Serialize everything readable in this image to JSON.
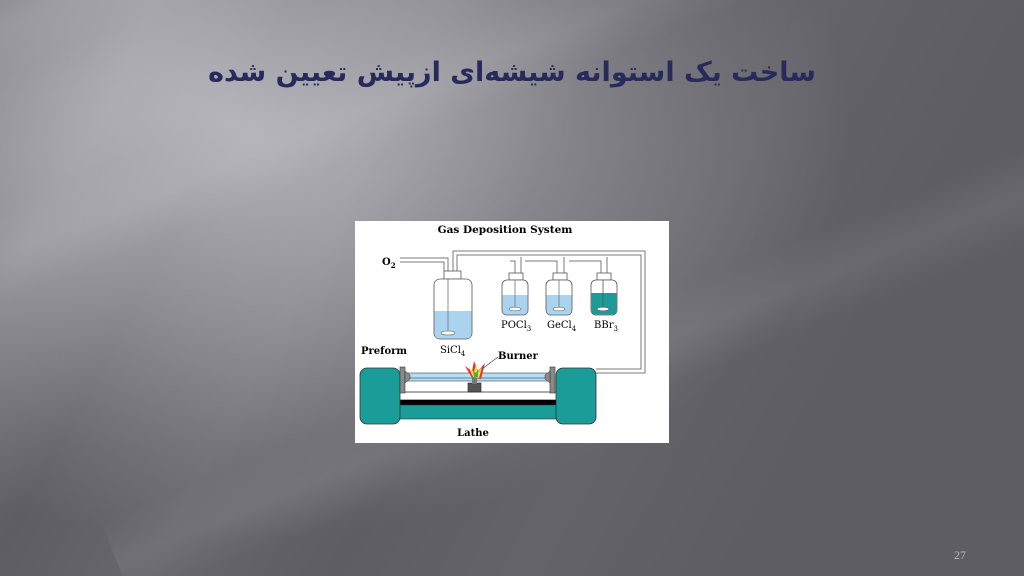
{
  "slide": {
    "title": "ساخت یک استوانه شیشه‌ای ازپیش تعیین شده",
    "page_number": "27"
  },
  "diagram": {
    "title": "Gas Deposition System",
    "labels": {
      "o2": "O",
      "o2_sub": "2",
      "sicl4": "SiCl",
      "sicl4_sub": "4",
      "pocl3": "POCl",
      "pocl3_sub": "3",
      "gecl4": "GeCl",
      "gecl4_sub": "4",
      "bbr3": "BBr",
      "bbr3_sub": "3",
      "preform": "Preform",
      "burner": "Burner",
      "lathe": "Lathe"
    },
    "colors": {
      "liquid_light": "#a9d3ee",
      "liquid_dark": "#1c9c98",
      "lathe": "#1a9c98",
      "preform_tube": "#b9dcef",
      "pipe": "#7a7a7a",
      "flame_red": "#e8303a",
      "flame_yellow": "#f4e23a",
      "flame_green": "#3fb14a"
    }
  }
}
